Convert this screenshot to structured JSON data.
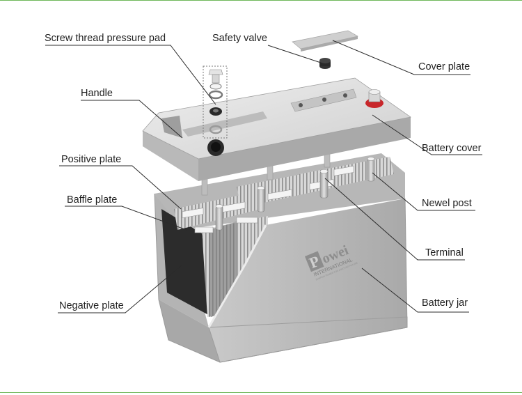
{
  "frame": {
    "line_color": "#6fb85a"
  },
  "colors": {
    "leader": "#2b2b2b",
    "terminal_red": "#c8262a"
  },
  "labels": {
    "screw_thread_pressure_pad": "Screw thread pressure pad",
    "safety_valve": "Safety valve",
    "cover_plate": "Cover plate",
    "handle": "Handle",
    "battery_cover": "Battery cover",
    "positive_plate": "Positive plate",
    "newel_post": "Newel post",
    "baffle_plate": "Baffle plate",
    "terminal": "Terminal",
    "negative_plate": "Negative plate",
    "battery_jar": "Battery jar"
  },
  "logo": {
    "mark": "P",
    "name": "owei",
    "subtitle": "INTERNATIONAL",
    "tagline": "SHAPING POWER FOR A BETTER FUTURE"
  }
}
